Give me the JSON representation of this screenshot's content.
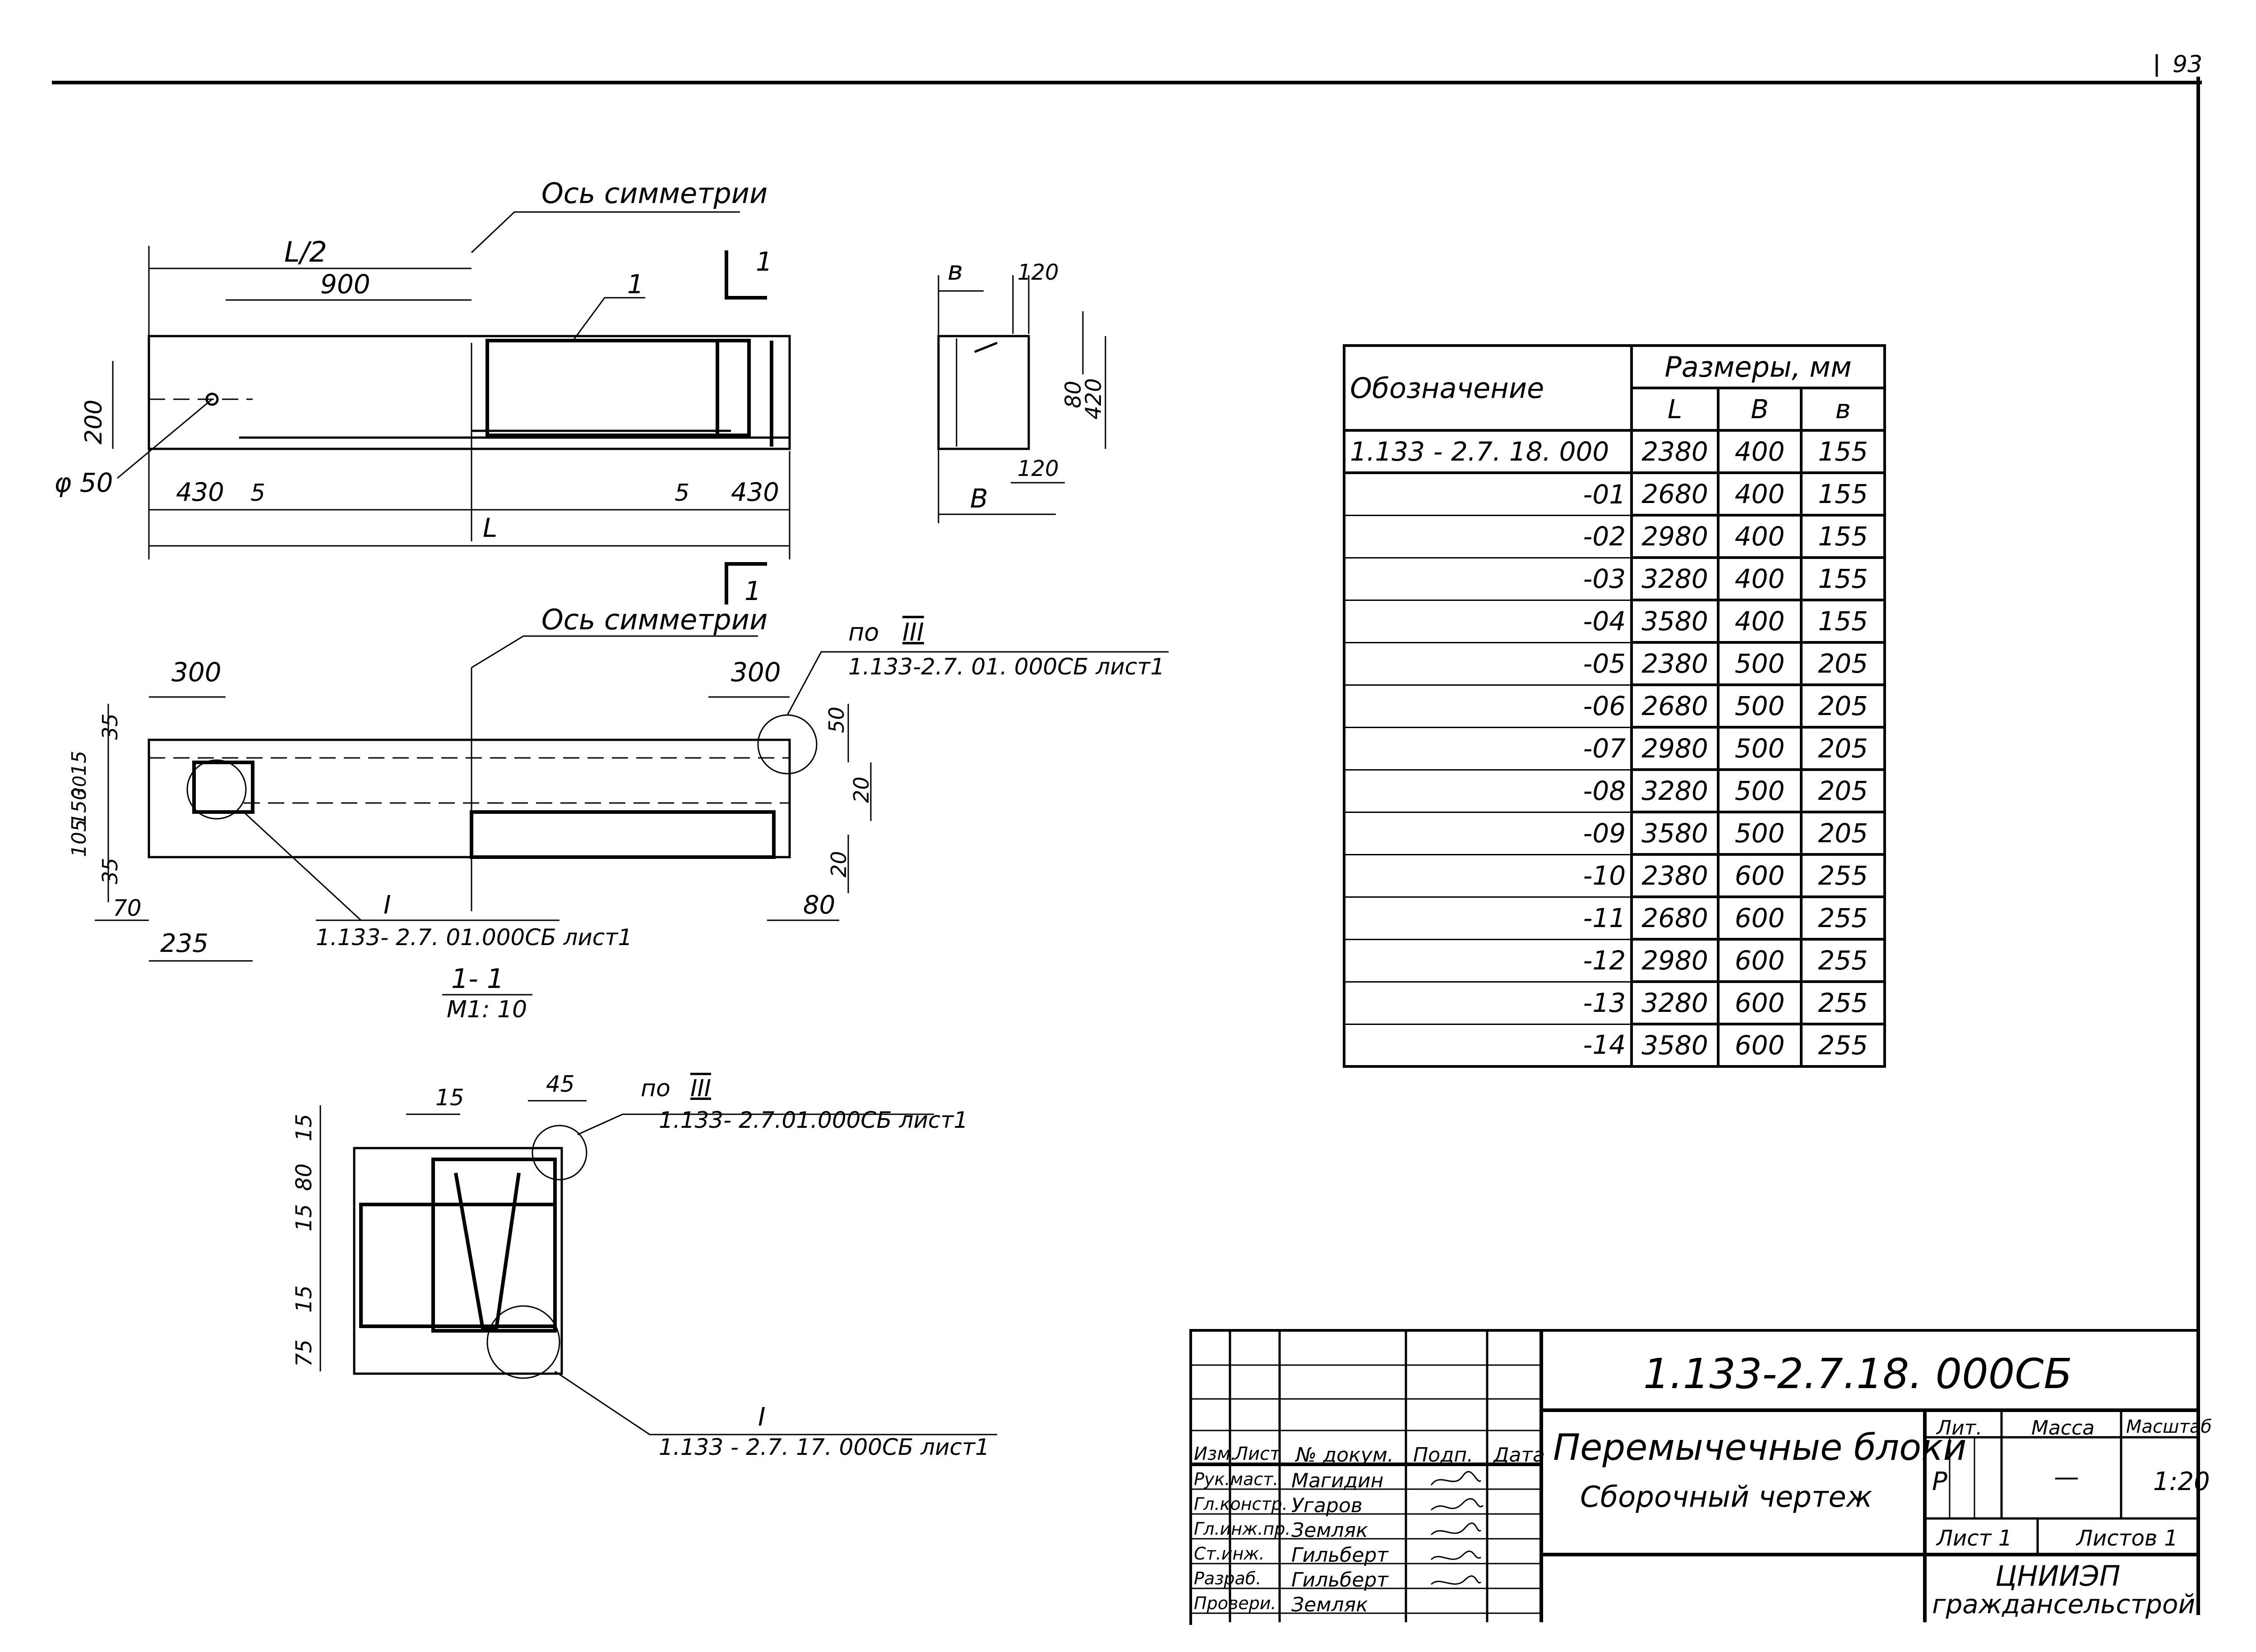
{
  "page_number": "93",
  "plan_view": {
    "symmetry_axis_label": "Ось симметрии",
    "dims": {
      "half_length": "L/2",
      "d900": "900",
      "d200": "200",
      "hole": "φ 50",
      "d430_left": "430",
      "d5_left": "5",
      "d5_right": "5",
      "d430_right": "430",
      "length": "L"
    },
    "callout_1": "1",
    "section_mark": "1"
  },
  "side_view": {
    "dims": {
      "b_small": "в",
      "d120_top": "120",
      "d80": "80",
      "d420": "420",
      "d120_bottom": "120",
      "b_large": "В"
    }
  },
  "elevation": {
    "symmetry_axis_label": "Ось симметрии",
    "dims": {
      "d300_left": "300",
      "d300_right": "300",
      "d35_top": "35",
      "d15": "15",
      "d150": "150",
      "d30": "30",
      "d105": "105",
      "d35_bottom": "35",
      "d70": "70",
      "d235": "235",
      "d50": "50",
      "d20_top": "20",
      "d20_bottom": "20",
      "d80": "80"
    },
    "ref_top_prefix": "по",
    "ref_top_roman": "III",
    "ref_top_doc": "1.133-2.7. 01. 000СБ  лист1",
    "ref_bottom_roman": "I",
    "ref_bottom_doc": "1.133- 2.7. 01.000СБ  лист1"
  },
  "section": {
    "title": "1- 1",
    "scale": "М1: 10",
    "dims": {
      "d15_top": "15",
      "d45": "45",
      "d15_left": "15",
      "d80": "80",
      "d15_mid": "15",
      "d15_low": "15",
      "d75": "75"
    },
    "ref_top_prefix": "по",
    "ref_top_roman": "III",
    "ref_top_doc": "1.133- 2.7.01.000СБ лист1",
    "ref_bottom_roman": "I",
    "ref_bottom_doc": "1.133 - 2.7. 17. 000СБ  лист1"
  },
  "spec_table": {
    "col_designation": "Обозначение",
    "col_sizes": "Размеры, мм",
    "sub_L": "L",
    "sub_B": "В",
    "sub_b": "в",
    "rows": [
      {
        "code": "1.133 - 2.7. 18. 000",
        "L": "2380",
        "B": "400",
        "b": "155"
      },
      {
        "code": "-01",
        "L": "2680",
        "B": "400",
        "b": "155"
      },
      {
        "code": "-02",
        "L": "2980",
        "B": "400",
        "b": "155"
      },
      {
        "code": "-03",
        "L": "3280",
        "B": "400",
        "b": "155"
      },
      {
        "code": "-04",
        "L": "3580",
        "B": "400",
        "b": "155"
      },
      {
        "code": "-05",
        "L": "2380",
        "B": "500",
        "b": "205"
      },
      {
        "code": "-06",
        "L": "2680",
        "B": "500",
        "b": "205"
      },
      {
        "code": "-07",
        "L": "2980",
        "B": "500",
        "b": "205"
      },
      {
        "code": "-08",
        "L": "3280",
        "B": "500",
        "b": "205"
      },
      {
        "code": "-09",
        "L": "3580",
        "B": "500",
        "b": "205"
      },
      {
        "code": "-10",
        "L": "2380",
        "B": "600",
        "b": "255"
      },
      {
        "code": "-11",
        "L": "2680",
        "B": "600",
        "b": "255"
      },
      {
        "code": "-12",
        "L": "2980",
        "B": "600",
        "b": "255"
      },
      {
        "code": "-13",
        "L": "3280",
        "B": "600",
        "b": "255"
      },
      {
        "code": "-14",
        "L": "3580",
        "B": "600",
        "b": "255"
      }
    ]
  },
  "title_block": {
    "doc_code": "1.133-2.7.18. 000СБ",
    "title": "Перемычечные блоки",
    "subtitle": "Сборочный  чертеж",
    "head_izm": "Изм.",
    "head_list": "Лист",
    "head_doc": "№ докум.",
    "head_sign": "Подп.",
    "head_date": "Дата",
    "people": [
      {
        "role": "Рук.маст.",
        "name": "Магидин"
      },
      {
        "role": "Гл.констр.",
        "name": "Угаров"
      },
      {
        "role": "Гл.инж.пр.",
        "name": "Земляк"
      },
      {
        "role": "Ст.инж.",
        "name": "Гильберт"
      },
      {
        "role": "Разраб.",
        "name": "Гильберт"
      },
      {
        "role": "Провери.",
        "name": "Земляк"
      }
    ],
    "lit_label": "Лит.",
    "mass_label": "Масса",
    "scale_label": "Масштаб",
    "lit_value": "Р",
    "mass_value": "—",
    "scale_value": "1:20",
    "sheet_label": "Лист 1",
    "sheets_label": "Листов 1",
    "org_line1": "ЦНИИЭП",
    "org_line2": "граждансельстрой"
  }
}
